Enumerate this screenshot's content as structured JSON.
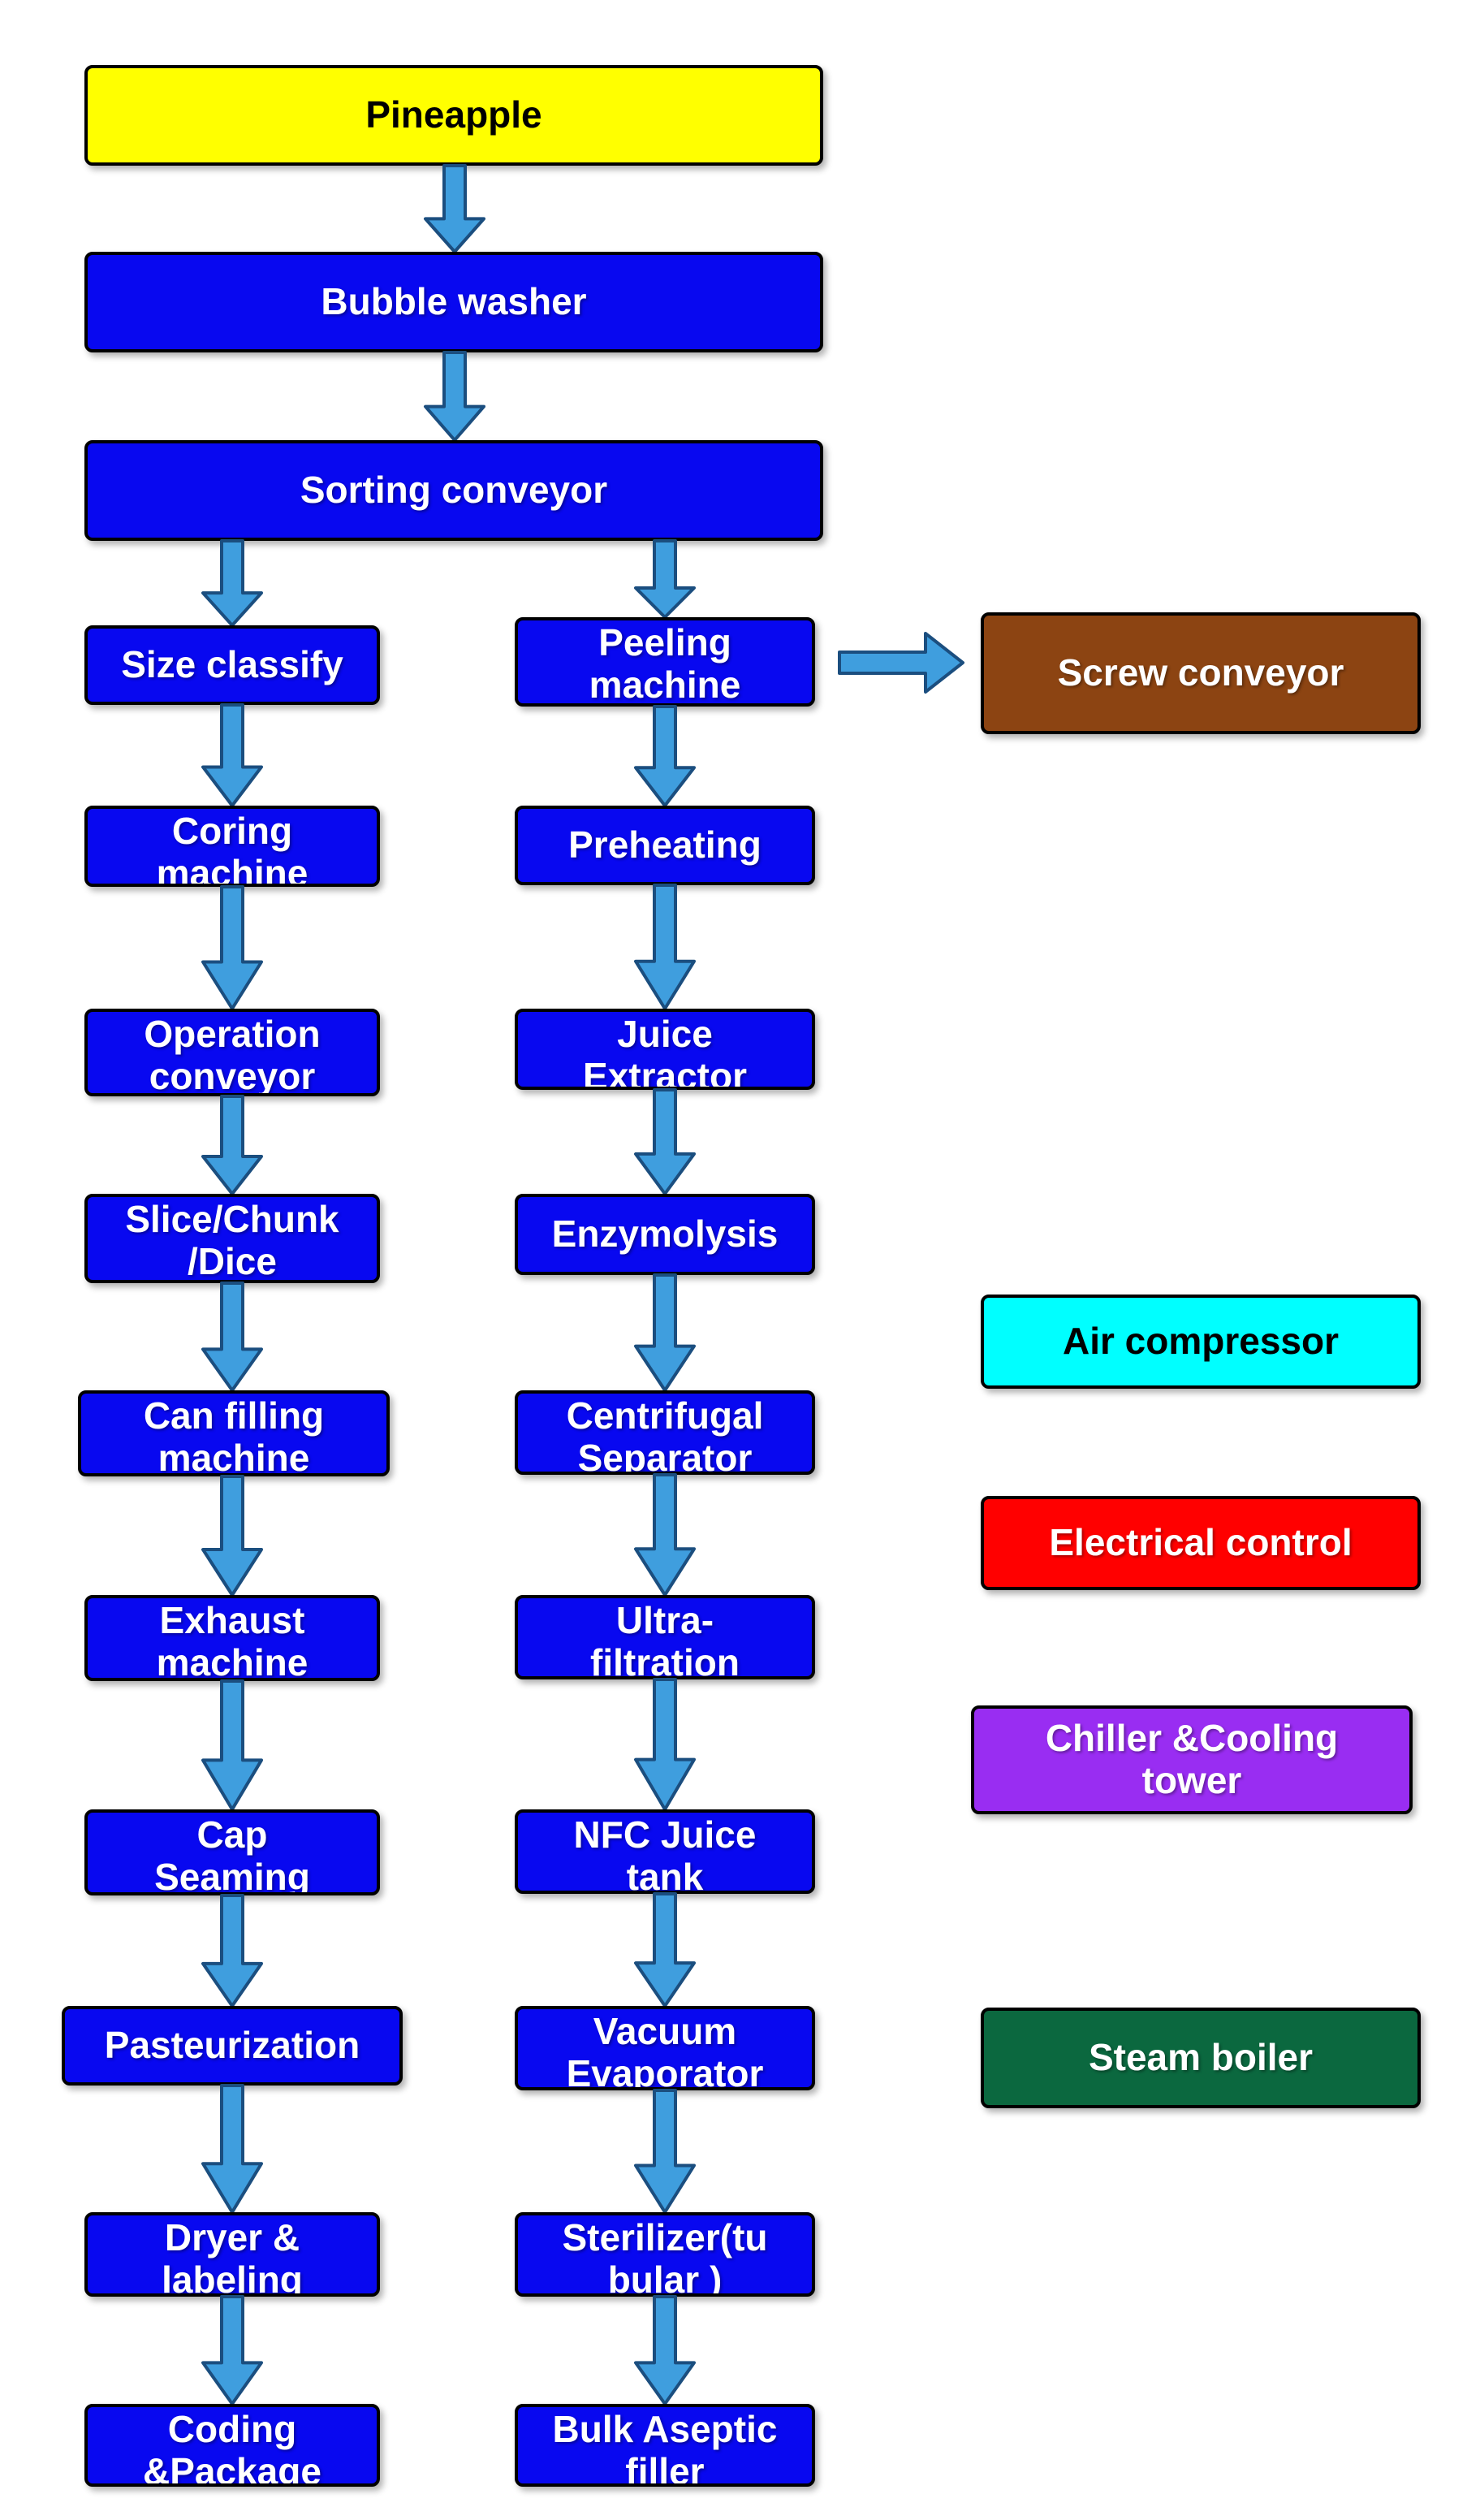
{
  "colors": {
    "canvas_bg": "#ffffff",
    "process_blue": "#0808f0",
    "start_yellow": "#ffff00",
    "screw_brown": "#8c4412",
    "air_cyan": "#00ffff",
    "electrical_red": "#ff0000",
    "chiller_purple": "#992df2",
    "boiler_green": "#0b683f",
    "arrow_fill": "#3f9ede",
    "arrow_stroke": "#1b4e7f",
    "node_border": "#000000",
    "text_light": "#ffffff",
    "text_dark": "#000000"
  },
  "flowchart": {
    "source": {
      "label": "Pineapple"
    },
    "main_line": [
      {
        "label": "Bubble washer"
      },
      {
        "label": "Sorting conveyor"
      }
    ],
    "canning_line": [
      {
        "label": "Size classify"
      },
      {
        "label": "Coring\nmachine"
      },
      {
        "label": "Operation\nconveyor"
      },
      {
        "label": "Slice/Chunk\n/Dice"
      },
      {
        "label": "Can filling\nmachine"
      },
      {
        "label": "Exhaust\nmachine"
      },
      {
        "label": "Cap\nSeaming"
      },
      {
        "label": "Pasteurization"
      },
      {
        "label": "Dryer &\nlabeling"
      },
      {
        "label": "Coding\n&Package"
      }
    ],
    "juice_line": [
      {
        "label": "Peeling\nmachine"
      },
      {
        "label": "Preheating"
      },
      {
        "label": "Juice\nExtractor"
      },
      {
        "label": "Enzymolysis"
      },
      {
        "label": "Centrifugal\nSeparator"
      },
      {
        "label": "Ultra-\nfiltration"
      },
      {
        "label": "NFC Juice\ntank"
      },
      {
        "label": "Vacuum\nEvaporator"
      },
      {
        "label": "Sterilizer(tu\nbular )"
      },
      {
        "label": "Bulk Aseptic\nfiller"
      }
    ],
    "side_units": [
      {
        "label": "Screw conveyor"
      },
      {
        "label": "Air compressor"
      },
      {
        "label": "Electrical control"
      },
      {
        "label": "Chiller &Cooling\ntower"
      },
      {
        "label": "Steam boiler"
      }
    ]
  }
}
